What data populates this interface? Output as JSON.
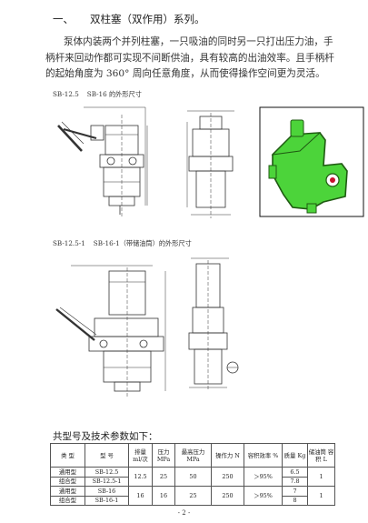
{
  "section": {
    "number": "一、",
    "title": "双柱塞（双作用）系列。"
  },
  "intro": {
    "line1": "泵体内装两个并列柱塞，一只吸油的同时另一只打出压力油，手",
    "line2": "柄杆来回动作都可实现不间断供油，具有较高的出油效率。且手柄杆",
    "line3": "的起始角度为 360° 周向任意角度，从而使得操作空间更为灵活。"
  },
  "figure1": {
    "model_a": "SB-12.5",
    "model_b": "SB-16 的外形尺寸"
  },
  "figure2": {
    "model_a": "SB-12.5-1",
    "model_b": "SB-16-1（带储油筒）的外形尺寸"
  },
  "photo": {
    "body_color": "#4cd43a",
    "outline_color": "#1f5a12",
    "accent_color": "#c8102e"
  },
  "table_title": "共型号及技术参数如下：",
  "table": {
    "headers": {
      "type": "类 型",
      "model": "型 号",
      "displacement": "排量 ml/次",
      "pressure": "压力 MPa",
      "max_pressure": "最高压力 MPa",
      "force": "操作力 N",
      "efficiency": "容积效率 %",
      "weight": "质量 Kg",
      "reservoir": "储油筒 容积 L"
    },
    "rows": [
      {
        "type": "通用型",
        "model": "SB-12.5",
        "weight": "6.5"
      },
      {
        "type": "组合型",
        "model": "SB-12.5-1",
        "weight": "7.8"
      },
      {
        "type": "通用型",
        "model": "SB-16",
        "weight": "7"
      },
      {
        "type": "组合型",
        "model": "SB-16-1",
        "weight": "8"
      }
    ],
    "groups": [
      {
        "displacement": "12.5",
        "pressure": "25",
        "max_pressure": "50",
        "force": "250",
        "efficiency": "＞95%",
        "reservoir": "1"
      },
      {
        "displacement": "16",
        "pressure": "16",
        "max_pressure": "25",
        "force": "250",
        "efficiency": "＞95%",
        "reservoir": "1"
      }
    ]
  },
  "page_number": "- 2 -"
}
